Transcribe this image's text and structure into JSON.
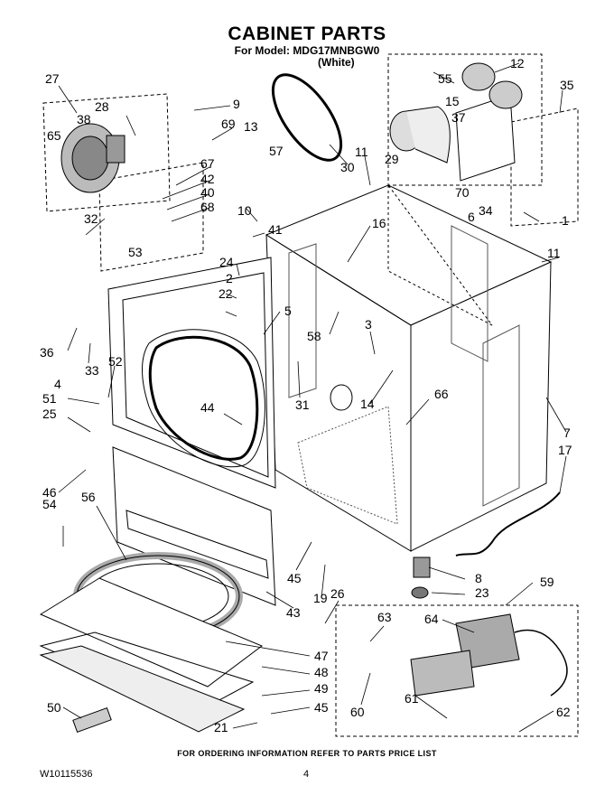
{
  "header": {
    "title": "CABINET PARTS",
    "model_line": "For Model: MDG17MNBGW0",
    "variant": "(White)"
  },
  "footer": {
    "note": "FOR ORDERING INFORMATION REFER TO PARTS PRICE LIST",
    "doc_number": "W10115536",
    "page_number": "4"
  },
  "callouts": [
    "27",
    "28",
    "38",
    "65",
    "9",
    "69",
    "13",
    "57",
    "30",
    "11",
    "12",
    "55",
    "15",
    "37",
    "35",
    "29",
    "70",
    "34",
    "6",
    "1",
    "11",
    "32",
    "67",
    "42",
    "40",
    "68",
    "10",
    "41",
    "53",
    "24",
    "2",
    "22",
    "5",
    "16",
    "58",
    "3",
    "36",
    "33",
    "4",
    "52",
    "51",
    "25",
    "44",
    "31",
    "14",
    "66",
    "7",
    "17",
    "46",
    "54",
    "56",
    "45",
    "19",
    "26",
    "43",
    "8",
    "23",
    "59",
    "63",
    "64",
    "47",
    "48",
    "49",
    "45",
    "60",
    "61",
    "62",
    "21",
    "50"
  ],
  "colors": {
    "ink": "#000000",
    "paper": "#ffffff",
    "shade": "#d9d9d9"
  }
}
